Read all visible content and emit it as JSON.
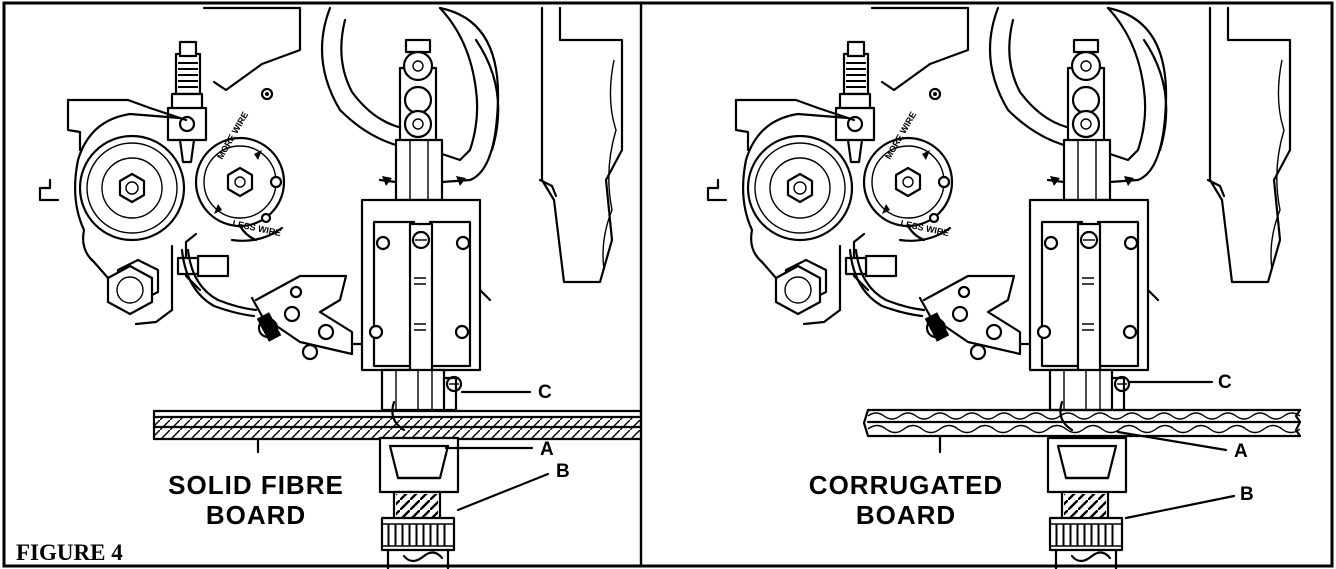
{
  "figure_label": "FIGURE 4",
  "left_panel": {
    "board_label_line1": "SOLID FIBRE",
    "board_label_line2": "BOARD",
    "dial_more": "MORE WIRE",
    "dial_less": "LESS WIRE",
    "callouts": {
      "a": "A",
      "b": "B",
      "c": "C"
    }
  },
  "right_panel": {
    "board_label_line1": "CORRUGATED",
    "board_label_line2": "BOARD",
    "dial_more": "MORE WIRE",
    "dial_less": "LESS WIRE",
    "callouts": {
      "a": "A",
      "b": "B",
      "c": "C"
    }
  }
}
